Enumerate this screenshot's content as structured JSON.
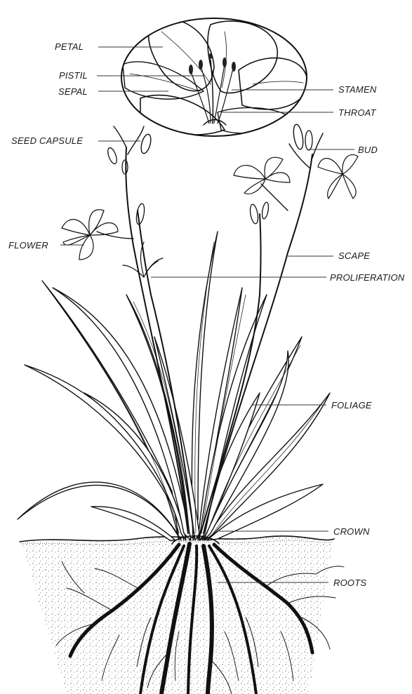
{
  "labels": {
    "petal": "PETAL",
    "pistil": "PISTIL",
    "sepal": "SEPAL",
    "stamen": "STAMEN",
    "throat": "THROAT",
    "seed_capsule": "SEED CAPSULE",
    "bud": "BUD",
    "flower": "FLOWER",
    "scape": "SCAPE",
    "proliferation": "PROLIFERATION",
    "foliage": "FOLIAGE",
    "crown": "CROWN",
    "roots": "ROOTS"
  }
}
